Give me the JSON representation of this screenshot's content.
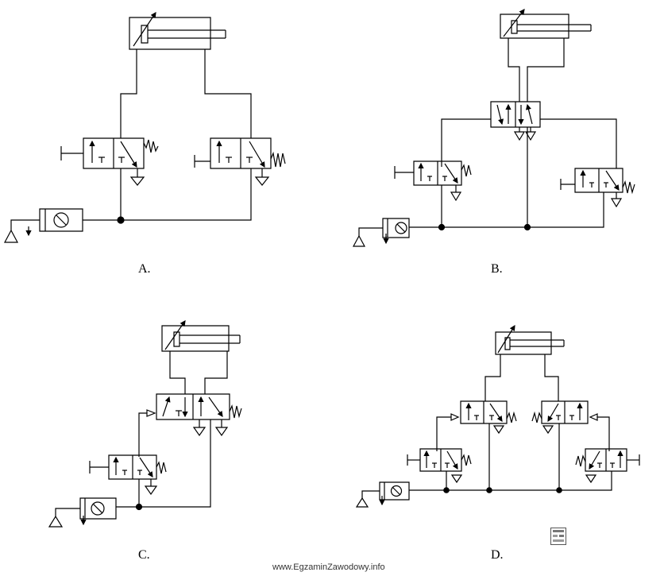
{
  "options": [
    {
      "id": "a",
      "label": "A."
    },
    {
      "id": "b",
      "label": "B."
    },
    {
      "id": "c",
      "label": "C."
    },
    {
      "id": "d",
      "label": "D."
    }
  ],
  "footer": "www.EgzaminZawodowy.info",
  "colors": {
    "stroke": "#000000",
    "background": "#ffffff"
  },
  "icons": [
    "cylinder-icon",
    "valve-3-2-icon",
    "valve-5-2-icon",
    "compressor-icon",
    "exhaust-icon",
    "spring-icon",
    "pushbutton-icon",
    "junction-dot-icon",
    "site-logo-icon"
  ]
}
